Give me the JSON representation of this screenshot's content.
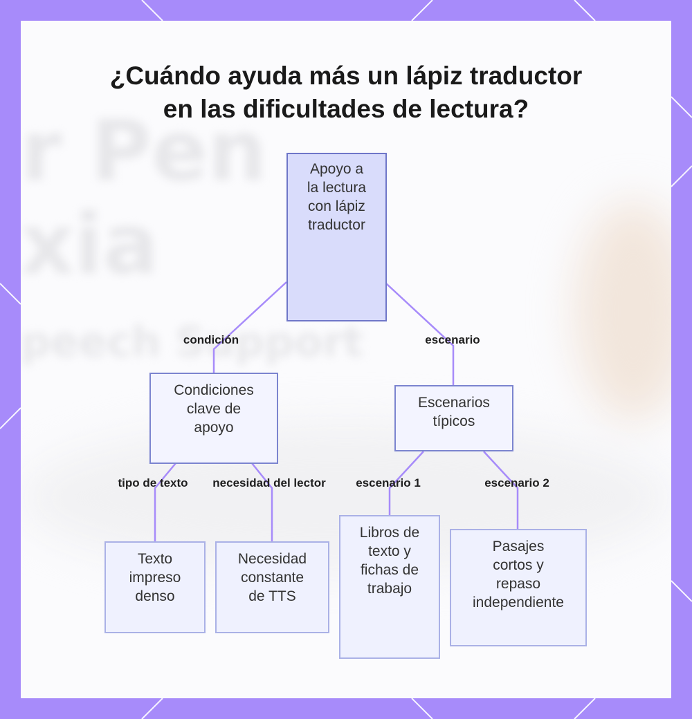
{
  "title": "¿Cuándo ayuda más un lápiz traductor\nen las dificultades de lectura?",
  "colors": {
    "frame": "#a78bfa",
    "edge": "#a78bfa",
    "node_border": "#7b84cf",
    "root_fill": "#d9dcfb"
  },
  "diagram": {
    "root": "Apoyo a\nla lectura\ncon lápiz\ntraductor",
    "branches": {
      "conditions": {
        "edge_label": "condición",
        "node": "Condiciones\nclave de\napoyo",
        "children": [
          {
            "edge_label": "tipo de texto",
            "node": "Texto\nimpreso\ndenso"
          },
          {
            "edge_label": "necesidad del lector",
            "node": "Necesidad\nconstante\nde TTS"
          }
        ]
      },
      "scenarios": {
        "edge_label": "escenario",
        "node": "Escenarios\ntípicos",
        "children": [
          {
            "edge_label": "escenario 1",
            "node": "Libros de\ntexto y\nfichas de\ntrabajo"
          },
          {
            "edge_label": "escenario 2",
            "node": "Pasajes\ncortos y\nrepaso\nindependiente"
          }
        ]
      }
    }
  }
}
